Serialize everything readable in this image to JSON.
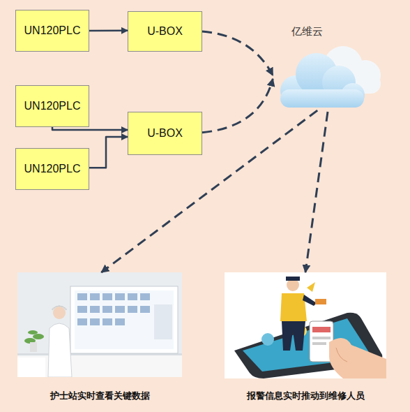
{
  "diagram": {
    "nodes": [
      {
        "text": [
          "UN120PLC"
        ]
      },
      {
        "text": [
          "U-BOX"
        ]
      },
      {
        "text": [
          "UN120PLC"
        ]
      },
      {
        "text": [
          "U-BOX"
        ]
      },
      {
        "text": [
          "UN120PLC"
        ]
      },
      {
        "text": [
          "亿维云"
        ]
      },
      {
        "text": [
          "护士站实时查看关键数据"
        ]
      },
      {
        "text": [
          "报警信息实时推动到维修人员"
        ]
      }
    ],
    "edges": [
      {
        "from": 0,
        "to": 1,
        "arrow": "to"
      },
      {
        "from": 1,
        "to": 5,
        "arrow": "to"
      },
      {
        "from": 2,
        "to": 3,
        "arrow": "to"
      },
      {
        "from": 4,
        "to": 3,
        "arrow": "to"
      },
      {
        "from": 3,
        "to": 5,
        "arrow": "to"
      },
      {
        "from": 5,
        "to": 6,
        "arrow": "to"
      },
      {
        "from": 5,
        "to": 7,
        "arrow": "to"
      }
    ]
  }
}
